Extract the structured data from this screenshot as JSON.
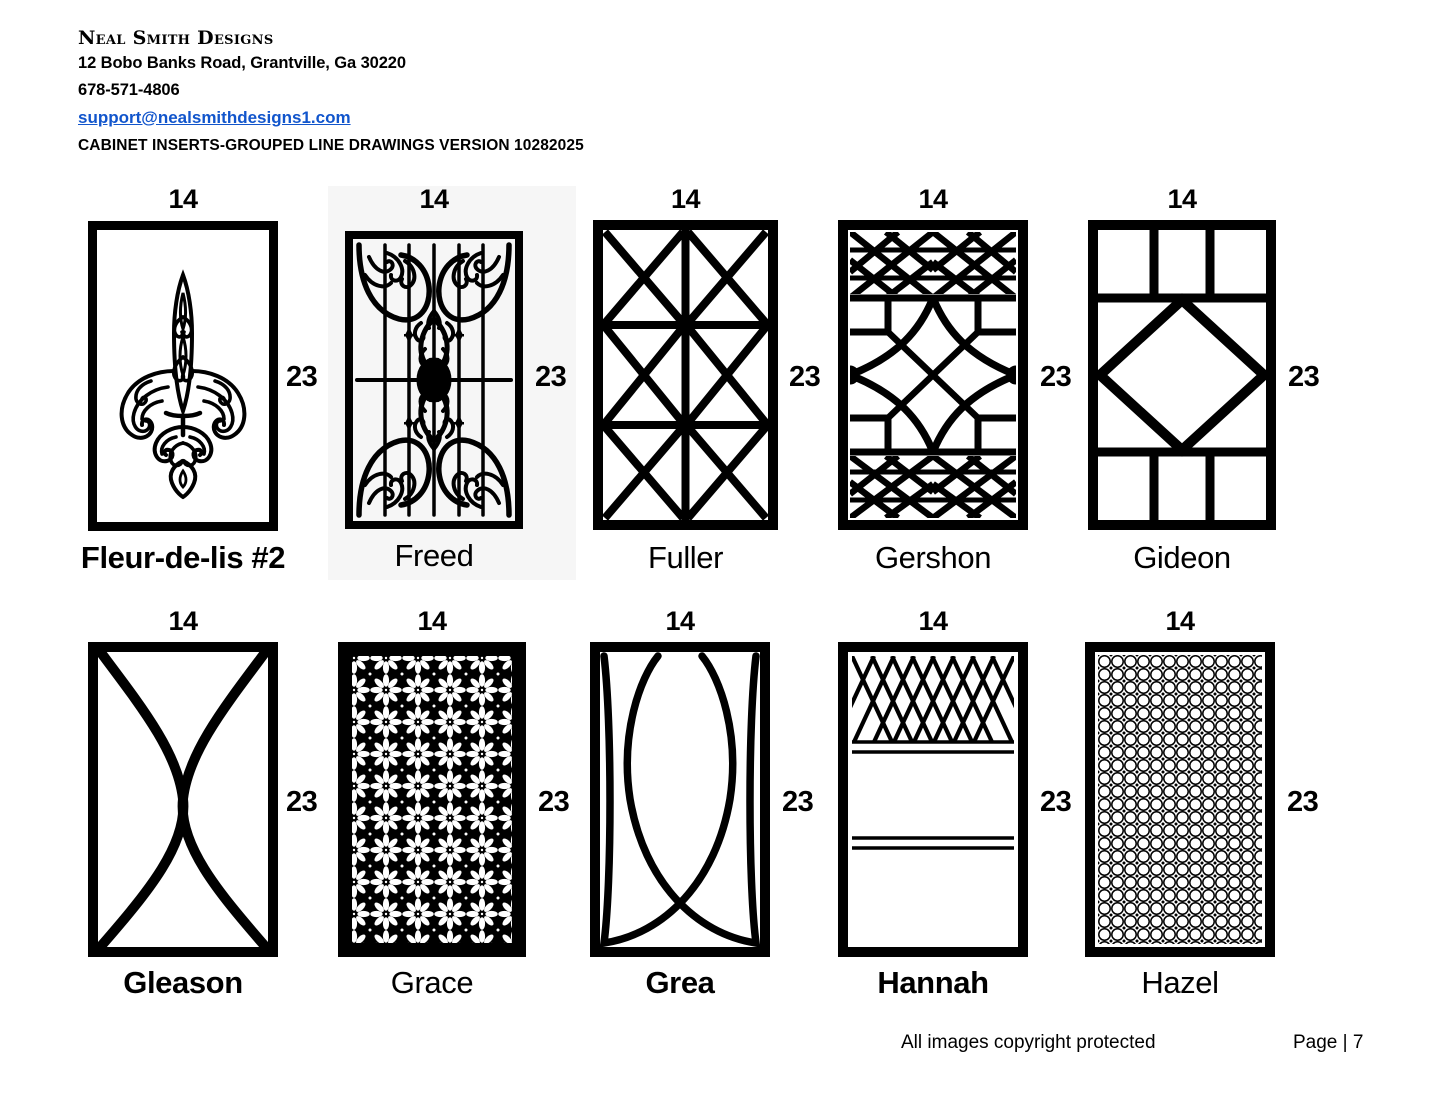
{
  "header": {
    "brand": "Neal Smith Designs",
    "address": "12 Bobo Banks Road, Grantville, Ga 30220",
    "phone": "678-571-4806",
    "email": "support@nealsmithdesigns1.com",
    "version": "CABINET INSERTS-GROUPED LINE DRAWINGS VERSION 10282025"
  },
  "dimensions": {
    "width": "14",
    "height": "23"
  },
  "designs": [
    {
      "name": "Fleur-de-lis #2",
      "pattern": "fleur-de-lis",
      "width": "14",
      "height": "23",
      "highlighted": false
    },
    {
      "name": "Freed",
      "pattern": "scrollwork-medallion",
      "width": "14",
      "height": "23",
      "highlighted": true
    },
    {
      "name": "Fuller",
      "pattern": "grid-x-2x3",
      "width": "14",
      "height": "23",
      "highlighted": false
    },
    {
      "name": "Gershon",
      "pattern": "lattice-bands-arcs",
      "width": "14",
      "height": "23",
      "highlighted": false
    },
    {
      "name": "Gideon",
      "pattern": "squares-diamond",
      "width": "14",
      "height": "23",
      "highlighted": false
    },
    {
      "name": "Gleason",
      "pattern": "hourglass-curves",
      "width": "14",
      "height": "23",
      "highlighted": false
    },
    {
      "name": "Grace",
      "pattern": "floral-rosette-lattice",
      "width": "14",
      "height": "23",
      "highlighted": false
    },
    {
      "name": "Grea",
      "pattern": "vesica-arcs",
      "width": "14",
      "height": "23",
      "highlighted": false
    },
    {
      "name": "Hannah",
      "pattern": "diamond-lattice-bands",
      "width": "14",
      "height": "23",
      "highlighted": false
    },
    {
      "name": "Hazel",
      "pattern": "quatrefoil-fine-lattice",
      "width": "14",
      "height": "23",
      "highlighted": false
    }
  ],
  "footer": {
    "copyright": "All images copyright protected",
    "page": "Page | 7"
  },
  "colors": {
    "ink": "#000000",
    "link": "#1155cc",
    "highlight_panel": "#f6f6f6",
    "background": "#ffffff"
  }
}
